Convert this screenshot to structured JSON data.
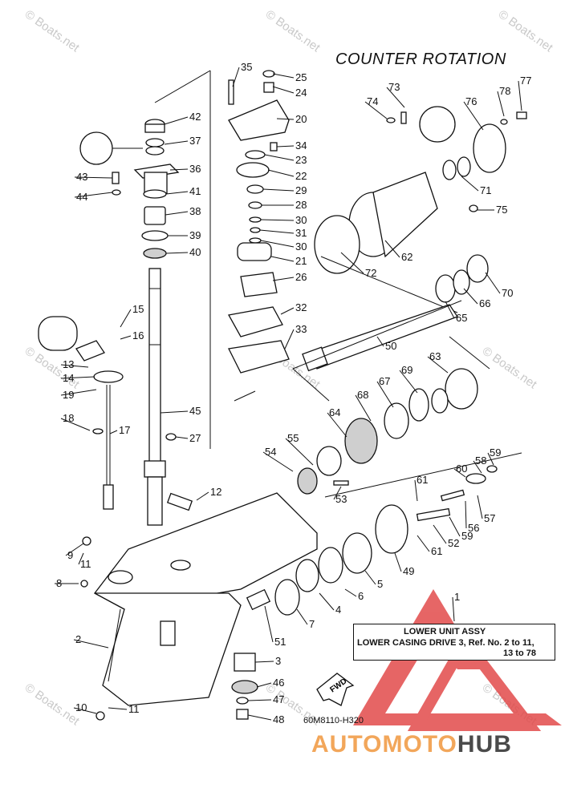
{
  "title": "COUNTER ROTATION",
  "watermarks": [
    "© Boats.net",
    "© Boats.net",
    "© Boats.net",
    "© Boats.net",
    "© Boats.net",
    "© Boats.net",
    "© Boats.net",
    "© Boats.net",
    "© Boats.net"
  ],
  "callouts": [
    "35",
    "25",
    "24",
    "20",
    "34",
    "23",
    "22",
    "29",
    "28",
    "30",
    "31",
    "30",
    "21",
    "26",
    "32",
    "33",
    "42",
    "37",
    "36",
    "41",
    "38",
    "39",
    "40",
    "43",
    "44",
    "45",
    "27",
    "15",
    "16",
    "13",
    "14",
    "19",
    "18",
    "17",
    "12",
    "9",
    "11",
    "8",
    "2",
    "10",
    "11",
    "3",
    "46",
    "47",
    "48",
    "51",
    "7",
    "4",
    "6",
    "5",
    "49",
    "73",
    "74",
    "77",
    "78",
    "76",
    "71",
    "75",
    "62",
    "72",
    "70",
    "66",
    "65",
    "50",
    "63",
    "69",
    "67",
    "68",
    "64",
    "55",
    "54",
    "53",
    "59",
    "58",
    "60",
    "61",
    "52",
    "59",
    "56",
    "57",
    "61",
    "1"
  ],
  "info_box": {
    "line1": "LOWER UNIT ASSY",
    "line2": "LOWER CASING DRIVE 3, Ref. No. 2 to 11,",
    "line3": "13 to 78"
  },
  "fwd_label": "FWD",
  "drawing_code": "60M8110-H320",
  "logo": {
    "part1": "AUTOMOTO",
    "part2": "HUB",
    "accent": "#f2a65a",
    "dark": "#4a4a4a",
    "triangle": "#e24b4b"
  }
}
